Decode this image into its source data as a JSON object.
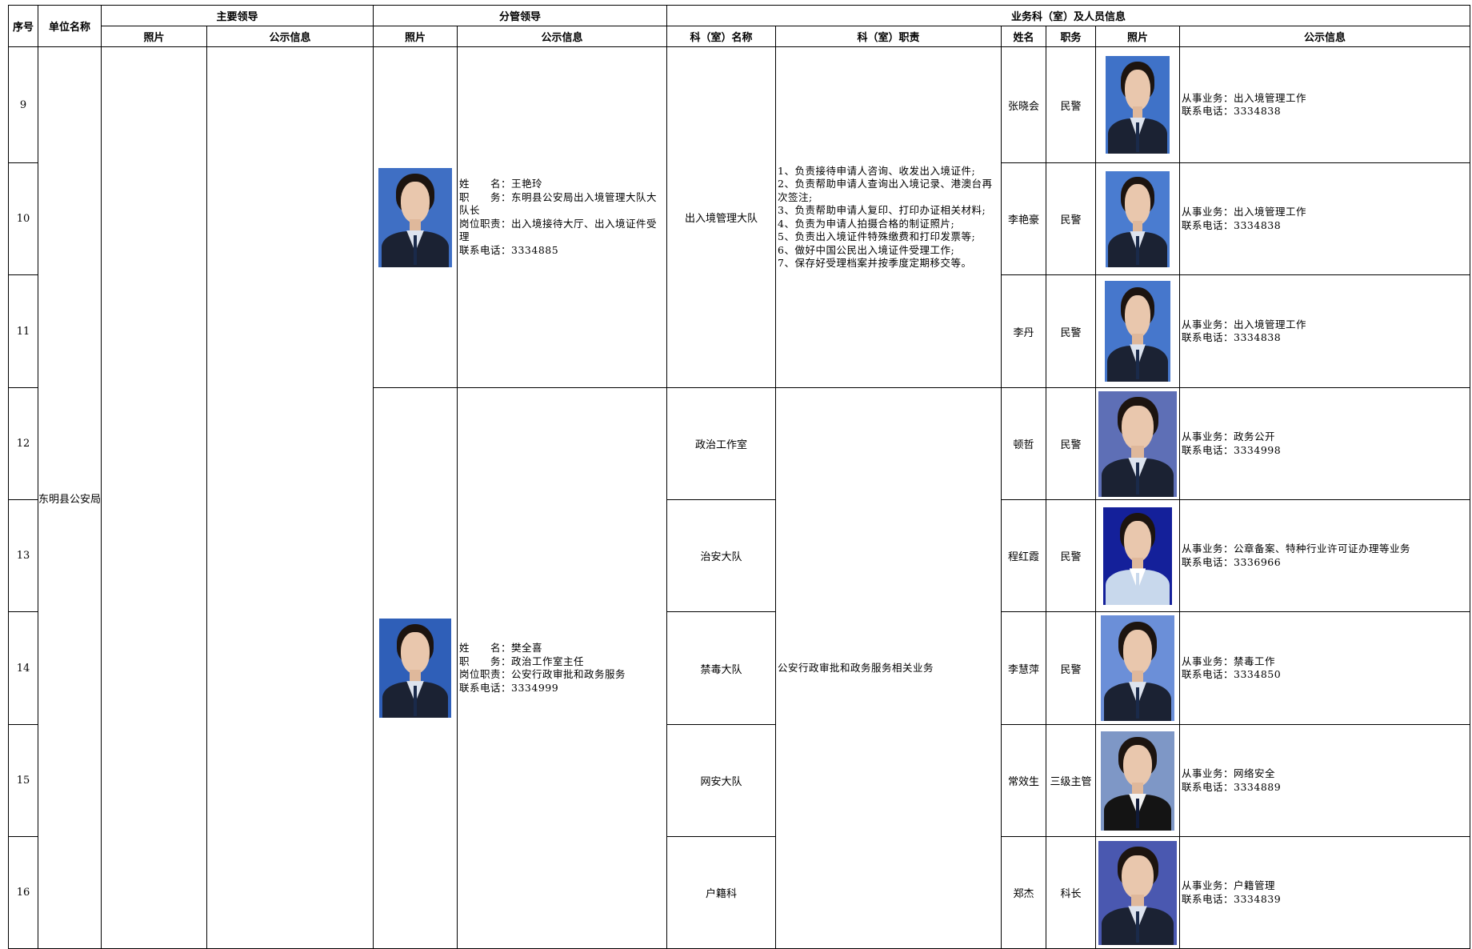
{
  "colors": {
    "photo_blue": "#3f6fc4",
    "photo_light_blue": "#6b8fd8",
    "photo_deep_blue": "#14209a"
  },
  "headers": {
    "seq": "序号",
    "unit": "单位名称",
    "main_leader": "主要领导",
    "sub_leader": "分管领导",
    "dept_group": "业务科（室）及人员信息",
    "photo": "照片",
    "info": "公示信息",
    "dept_name": "科（室）名称",
    "dept_duty": "科（室）职责",
    "name": "姓名",
    "position": "职务"
  },
  "unit_name": "东明县公安局",
  "leaders": [
    {
      "icon": "leader-photo-female",
      "lines": [
        "姓　　名：王艳玲",
        "职　　务：东明县公安局出入境管理大队大队长",
        "岗位职责：出入境接待大厅、出入境证件受理",
        "联系电话：3334885"
      ]
    },
    {
      "icon": "leader-photo-male",
      "lines": [
        "姓　　名：樊全喜",
        "职　　务：政治工作室主任",
        "岗位职责：公安行政审批和政务服务",
        "联系电话：3334999"
      ]
    }
  ],
  "departments": [
    {
      "name": "出入境管理大队",
      "duty_lines": [
        "1、负责接待申请人咨询、收发出入境证件;",
        "2、负责帮助申请人查询出入境记录、港澳台再次签注;",
        "3、负责帮助申请人复印、打印办证相关材料;",
        "4、负责为申请人拍摄合格的制证照片;",
        "5、负责出入境证件特殊缴费和打印发票等;",
        "6、做好中国公民出入境证件受理工作;",
        "7、保存好受理档案并按季度定期移交等。"
      ]
    },
    {
      "name": "政治工作室"
    },
    {
      "name": "治安大队"
    },
    {
      "name": "禁毒大队"
    },
    {
      "name": "网安大队"
    },
    {
      "name": "户籍科"
    }
  ],
  "shared_duty": "公安行政审批和政务服务相关业务",
  "rows": [
    {
      "seq": "9",
      "name": "张晓会",
      "position": "民警",
      "business": "从事业务：出入境管理工作",
      "phone": "联系电话：3334838"
    },
    {
      "seq": "10",
      "name": "李艳豪",
      "position": "民警",
      "business": "从事业务：出入境管理工作",
      "phone": "联系电话：3334838"
    },
    {
      "seq": "11",
      "name": "李丹",
      "position": "民警",
      "business": "从事业务：出入境管理工作",
      "phone": "联系电话：3334838"
    },
    {
      "seq": "12",
      "name": "顿哲",
      "position": "民警",
      "business": "从事业务：政务公开",
      "phone": "联系电话：3334998"
    },
    {
      "seq": "13",
      "name": "程红霞",
      "position": "民警",
      "business": "从事业务：公章备案、特种行业许可证办理等业务",
      "phone": "联系电话：3336966"
    },
    {
      "seq": "14",
      "name": "李慧萍",
      "position": "民警",
      "business": "从事业务：禁毒工作",
      "phone": "联系电话：3334850"
    },
    {
      "seq": "15",
      "name": "常效生",
      "position": "三级主管",
      "business": "从事业务：网络安全",
      "phone": "联系电话：3334889"
    },
    {
      "seq": "16",
      "name": "郑杰",
      "position": "科长",
      "business": "从事业务：户籍管理",
      "phone": "联系电话：3334839"
    }
  ]
}
